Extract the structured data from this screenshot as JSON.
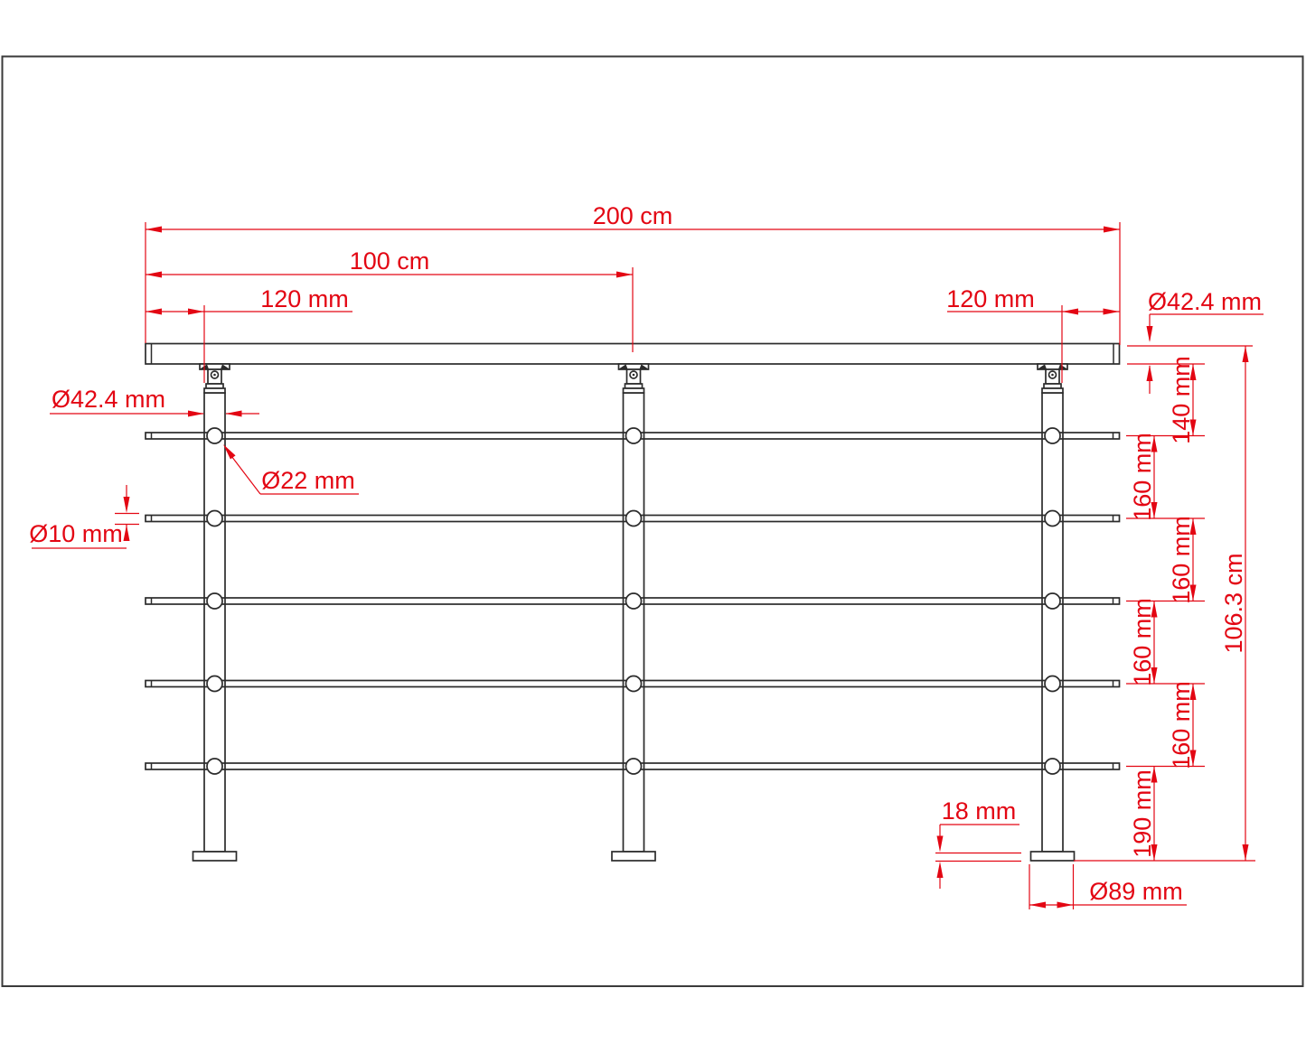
{
  "drawing": {
    "type": "railing-technical-drawing",
    "colors": {
      "dimension_red": "#e30613",
      "structure_dark": "#2b2b2b",
      "background": "#ffffff"
    },
    "dimensions": {
      "overall_width": "200 cm",
      "post_spacing": "100 cm",
      "post_inset_left": "120 mm",
      "post_inset_right": "120 mm",
      "handrail_diameter": "Ø42.4 mm",
      "post_diameter": "Ø42.4 mm",
      "connector_diameter": "Ø22 mm",
      "crossbar_diameter": "Ø10 mm",
      "gap_handrail_to_bar1": "140 mm",
      "gap_bar1_bar2": "160 mm",
      "gap_bar2_bar3": "160 mm",
      "gap_bar3_bar4": "160 mm",
      "gap_bar4_bar5": "160 mm",
      "gap_bar5_ground": "190 mm",
      "total_height": "106.3 cm",
      "base_plate_thickness": "18 mm",
      "base_plate_diameter": "Ø89 mm"
    }
  }
}
